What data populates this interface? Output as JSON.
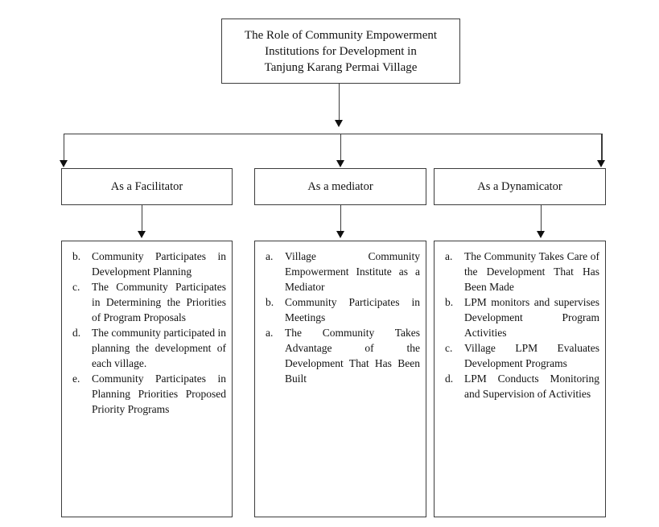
{
  "title": "The Role of Community Empowerment\nInstitutions for Development in\nTanjung Karang Permai Village",
  "branches": [
    {
      "header": "As a Facilitator",
      "items": [
        {
          "marker": "b.",
          "text": "Community Participates in Development Planning"
        },
        {
          "marker": "c.",
          "text": "The Community Participates in Determining the Priorities of Program Proposals"
        },
        {
          "marker": "d.",
          "text": "The community participated in planning the development of each village."
        },
        {
          "marker": "e.",
          "text": "Community Participates in Planning Priorities Proposed Priority Programs"
        }
      ]
    },
    {
      "header": "As a mediator",
      "items": [
        {
          "marker": "a.",
          "text": "Village Community Empowerment Institute as a Mediator"
        },
        {
          "marker": "b.",
          "text": "Community Participates in Meetings"
        },
        {
          "marker": "a.",
          "text": "The Community Takes Advantage of the Development That Has Been Built"
        }
      ]
    },
    {
      "header": "As a Dynamicator",
      "items": [
        {
          "marker": "a.",
          "text": "The Community Takes Care of the Development That Has Been Made"
        },
        {
          "marker": "b.",
          "text": "LPM monitors and supervises Development Program Activities"
        },
        {
          "marker": "c.",
          "text": "Village LPM Evaluates Development Programs"
        },
        {
          "marker": "d.",
          "text": "LPM Conducts Monitoring and Supervision of Activities"
        }
      ]
    }
  ],
  "colors": {
    "line": "#3c3c3c",
    "arrow": "#101010",
    "border": "#3c3c3c",
    "text": "#121212",
    "background": "#ffffff"
  }
}
